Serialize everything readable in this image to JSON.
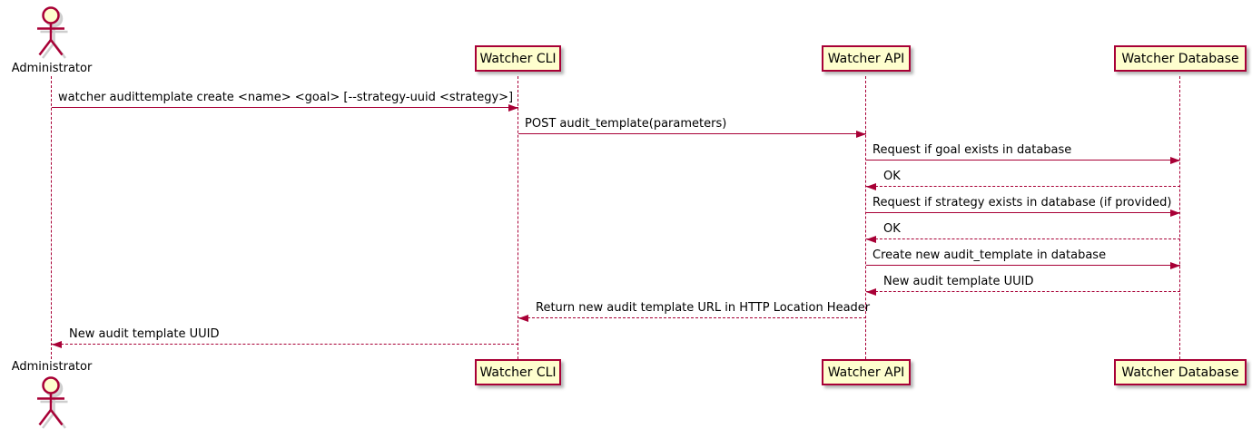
{
  "diagram": {
    "type": "uml-sequence",
    "title": "",
    "colors": {
      "background": "#ffffff",
      "participant_fill": "#FEFECE",
      "participant_border": "#A80036",
      "arrow": "#A80036",
      "lifeline": "#A80036",
      "text": "#000000",
      "shadow": "#888888"
    },
    "actors": [
      {
        "id": "admin",
        "kind": "actor",
        "label": "Administrator",
        "icon": "person-icon"
      },
      {
        "id": "cli",
        "kind": "participant",
        "label": "Watcher CLI"
      },
      {
        "id": "api",
        "kind": "participant",
        "label": "Watcher API"
      },
      {
        "id": "db",
        "kind": "participant",
        "label": "Watcher Database"
      }
    ],
    "messages": [
      {
        "from": "admin",
        "to": "cli",
        "line": "solid",
        "text": "watcher audittemplate create <name> <goal> [--strategy-uuid <strategy>]"
      },
      {
        "from": "cli",
        "to": "api",
        "line": "solid",
        "text": "POST audit_template(parameters)"
      },
      {
        "from": "api",
        "to": "db",
        "line": "solid",
        "text": "Request if goal exists in database"
      },
      {
        "from": "db",
        "to": "api",
        "line": "dashed",
        "text": "OK"
      },
      {
        "from": "api",
        "to": "db",
        "line": "solid",
        "text": "Request if strategy exists in database (if provided)"
      },
      {
        "from": "db",
        "to": "api",
        "line": "dashed",
        "text": "OK"
      },
      {
        "from": "api",
        "to": "db",
        "line": "solid",
        "text": "Create new audit_template in database"
      },
      {
        "from": "db",
        "to": "api",
        "line": "dashed",
        "text": "New audit template UUID"
      },
      {
        "from": "api",
        "to": "cli",
        "line": "dashed",
        "text": "Return new audit template URL in HTTP Location Header"
      },
      {
        "from": "cli",
        "to": "admin",
        "line": "dashed",
        "text": "New audit template UUID"
      }
    ]
  }
}
